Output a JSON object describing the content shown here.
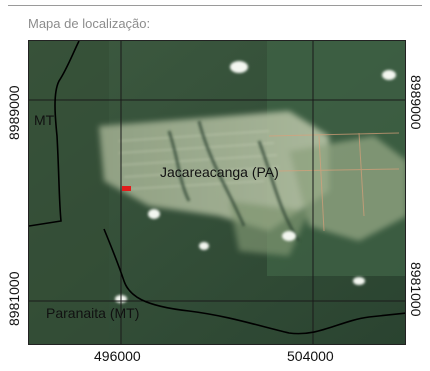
{
  "title": "Mapa de localização:",
  "axes": {
    "x_ticks": [
      "496000",
      "504000"
    ],
    "y_ticks": [
      "8989000",
      "8981000"
    ]
  },
  "labels": {
    "state_mt": "MT",
    "jacareacanga": "Jacareacanga (PA)",
    "paranaita": "Paranaita (MT)"
  },
  "colors": {
    "forest": "#2f4a33",
    "cleared": "#a9b79a",
    "border": "#000000",
    "marker": "#e11b1b",
    "grid": "#1a1a1a"
  }
}
